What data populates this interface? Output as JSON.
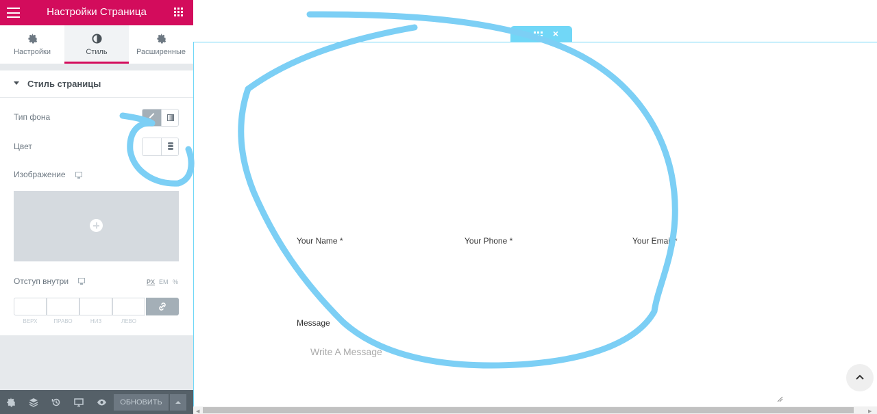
{
  "panel": {
    "title": "Настройки Страница",
    "tabs": [
      {
        "label": "Настройки",
        "icon": "gear-icon"
      },
      {
        "label": "Стиль",
        "icon": "half-circle-icon"
      },
      {
        "label": "Расширенные",
        "icon": "gear-icon"
      }
    ],
    "active_tab": "Стиль",
    "section_title": "Стиль страницы",
    "bg_type_label": "Тип фона",
    "color_label": "Цвет",
    "image_label": "Изображение",
    "padding_label": "Отступ внутри",
    "units": [
      "PX",
      "EM",
      "%"
    ],
    "selected_unit": "PX",
    "dimensions": [
      "ВЕРХ",
      "ПРАВО",
      "НИЗ",
      "ЛЕВО"
    ],
    "update_label": "ОБНОВИТЬ",
    "footer_icons": [
      "gear-icon",
      "layers-icon",
      "history-icon",
      "responsive-icon",
      "eye-icon"
    ]
  },
  "form": {
    "name_label": "Your Name *",
    "phone_label": "Your Phone *",
    "email_label": "Your Email *",
    "message_label": "Message",
    "message_placeholder": "Write A Message"
  },
  "colors": {
    "brand": "#d30c5c",
    "section_outline": "#71d7f7",
    "panel_footer": "#556068",
    "annotation": "#7ccff5"
  }
}
